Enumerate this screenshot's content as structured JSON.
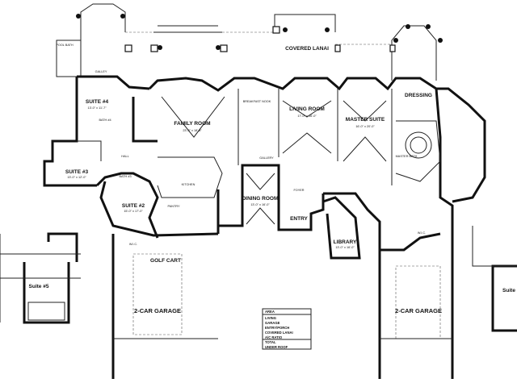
{
  "rooms": {
    "covered_lanai": "COVERED LANAI",
    "suite4": "SUITE #4",
    "suite4_dim": "13'-0\" x 11'-7\"",
    "family_room": "FAMILY ROOM",
    "family_room_dim": "23'-0\" x 18'-8\"",
    "breakfast_nook": "BREAKFAST NOOK",
    "living_room": "LIVING ROOM",
    "living_room_dim": "17'-0\" x 16'-0\"",
    "master_suite": "MASTER SUITE",
    "master_suite_dim": "16'-0\" x 20'-0\"",
    "dressing": "DRESSING",
    "master_bath": "MASTER BATH",
    "suite3": "SUITE #3",
    "suite3_dim": "13'-0\" x 12'-0\"",
    "suite2": "SUITE #2",
    "suite2_dim": "15'-0\" x 17'-0\"",
    "kitchen": "KITCHEN",
    "pantry": "PANTRY",
    "dining_room": "DINING ROOM",
    "dining_room_dim": "13'-0\" x 16'-0\"",
    "entry": "ENTRY",
    "foyer": "FOYER",
    "gallery": "GALLERY",
    "hall": "HALL",
    "library": "LIBRARY",
    "library_dim": "13'-0\" x 16'-0\"",
    "wic": "W.I.C.",
    "golf_cart": "GOLF CART",
    "garage_left": "2-CAR GARAGE",
    "garage_right": "2-CAR GARAGE",
    "suite5": "Suite #5",
    "suite_right": "Suite",
    "galley": "GALLEY",
    "pool_bath": "POOL BATH",
    "bath4": "BATH #4",
    "bath3": "BATH #3"
  },
  "area_table": {
    "title": "AREA",
    "rows": [
      "LIVING",
      "GARAGE",
      "ENTRY/PORCH",
      "COVERED LANAI",
      "A/C RATIO",
      "TOTAL",
      "UNDER ROOF"
    ]
  }
}
